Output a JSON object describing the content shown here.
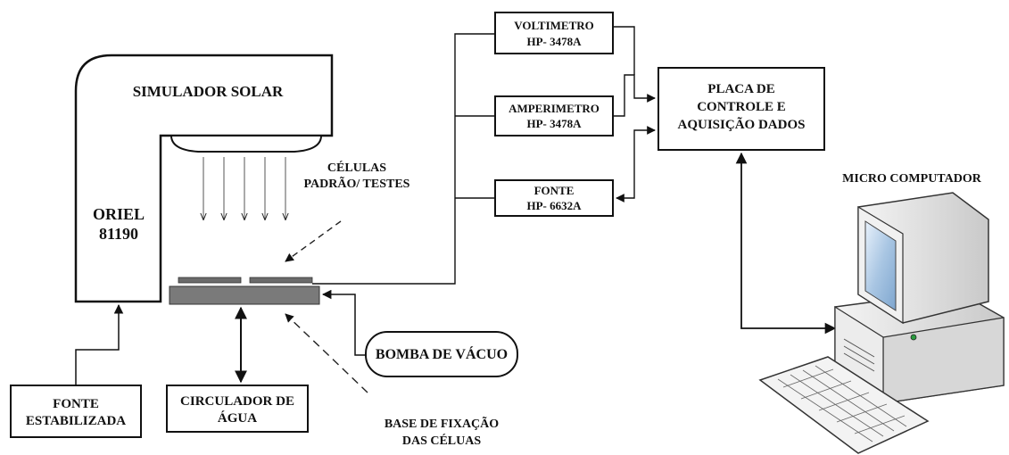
{
  "simulator": {
    "title": "SIMULADOR SOLAR",
    "model_line1": "ORIEL",
    "model_line2": "81190"
  },
  "cells_label": {
    "line1": "CÉLULAS",
    "line2": "PADRÃO/ TESTES"
  },
  "base_label": {
    "line1": "BASE DE FIXAÇÃO",
    "line2": "DAS CÉLUAS"
  },
  "fonte_estabilizada": {
    "line1": "FONTE",
    "line2": "ESTABILIZADA"
  },
  "circulador": {
    "line1": "CIRCULADOR DE",
    "line2": "ÁGUA"
  },
  "bomba": {
    "label": "BOMBA DE VÁCUO"
  },
  "voltimetro": {
    "line1": "VOLTIMETRO",
    "line2": "HP- 3478A"
  },
  "amperimetro": {
    "line1": "AMPERIMETRO",
    "line2": "HP- 3478A"
  },
  "fonte_hp": {
    "line1": "FONTE",
    "line2": "HP- 6632A"
  },
  "placa": {
    "line1": "PLACA DE",
    "line2": "CONTROLE  E",
    "line3": "AQUISIÇÃO DADOS"
  },
  "computer": {
    "label": "MICRO COMPUTADOR"
  }
}
